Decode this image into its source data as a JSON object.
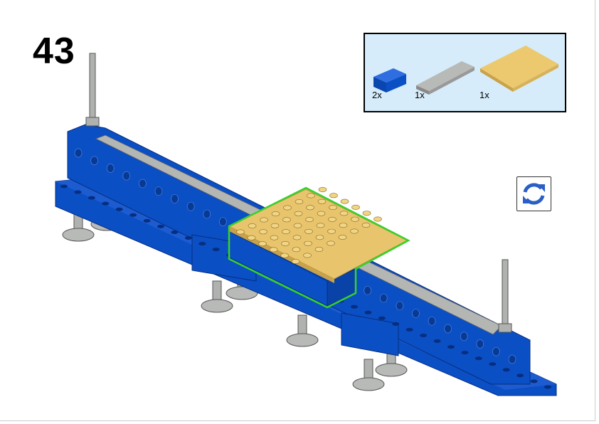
{
  "step": {
    "number": "43"
  },
  "parts_list": {
    "items": [
      {
        "name": "blue-brick-2x4",
        "quantity": "2x",
        "color": "#0b4fc4"
      },
      {
        "name": "gray-plate-2x8",
        "quantity": "1x",
        "color": "#a8aaa8"
      },
      {
        "name": "tan-plate-6x8",
        "quantity": "1x",
        "color": "#e8c56d"
      }
    ]
  },
  "rotate_icon": "rotate-model-icon",
  "colors": {
    "blue": "#0b4fc4",
    "gray": "#a8aaa8",
    "tan": "#e8c56d",
    "highlight": "#38d12a",
    "panel": "#d6ecfa"
  }
}
